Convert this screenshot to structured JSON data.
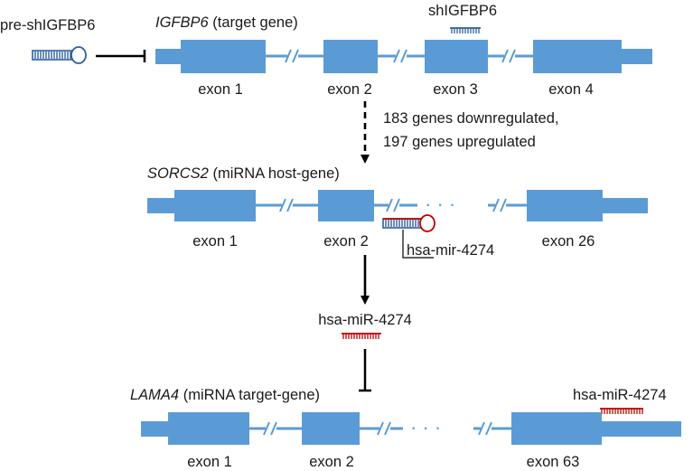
{
  "colors": {
    "gene": "#5b9bd5",
    "mirna": "#c00000",
    "shrna": "#2e5f9e",
    "text": "#1a1a1a",
    "arrow": "#000000"
  },
  "top": {
    "hairpin_label": "pre-shIGFBP6",
    "gene_name": "IGFBP6",
    "gene_note": "(target gene)",
    "shrna_label": "shIGFBP6",
    "exons": [
      "exon 1",
      "exon 2",
      "exon 3",
      "exon 4"
    ]
  },
  "arrow1_text": [
    "183 genes downregulated,",
    "197 genes upregulated"
  ],
  "middle": {
    "gene_name": "SORCS2",
    "gene_note": "(miRNA host-gene)",
    "mir_label": "hsa-mir-4274",
    "exons": [
      "exon 1",
      "exon 2",
      "exon 26"
    ]
  },
  "mature": {
    "label": "hsa-miR-4274"
  },
  "bottom": {
    "gene_name": "LAMA4",
    "gene_note": "(miRNA target-gene)",
    "mir_label": "hsa-miR-4274",
    "exons": [
      "exon 1",
      "exon 2",
      "exon 63"
    ]
  },
  "dots": "· · ·"
}
